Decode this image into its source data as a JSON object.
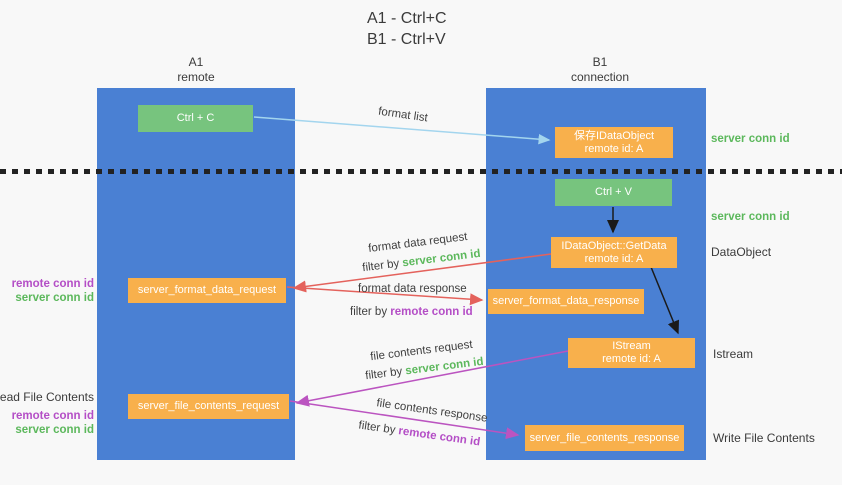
{
  "title": {
    "line1": "A1 - Ctrl+C",
    "line2": "B1 - Ctrl+V"
  },
  "lanes": {
    "left": {
      "name": "A1",
      "subtitle": "remote"
    },
    "right": {
      "name": "B1",
      "subtitle": "connection"
    }
  },
  "nodes": {
    "ctrl_c": {
      "label": "Ctrl + C"
    },
    "save_idataobject": {
      "line1": "保存IDataObject",
      "line2": "remote id: A"
    },
    "ctrl_v": {
      "label": "Ctrl + V"
    },
    "getdata": {
      "line1": "IDataObject::GetData",
      "line2": "remote id: A"
    },
    "format_request": {
      "label": "server_format_data_request"
    },
    "format_response": {
      "label": "server_format_data_response"
    },
    "istream": {
      "line1": "IStream",
      "line2": "remote id: A"
    },
    "file_request": {
      "label": "server_file_contents_request"
    },
    "file_response": {
      "label": "server_file_contents_response"
    }
  },
  "edge_labels": {
    "format_list": "format list",
    "format_data_request": "format data request",
    "filter_server_1_prefix": "filter by ",
    "filter_server_1_id": "server conn id",
    "format_data_response": "format data response",
    "filter_remote_1_prefix": "filter by ",
    "filter_remote_1_id": "remote conn id",
    "file_contents_request": "file contents request",
    "filter_server_2_prefix": "filter by ",
    "filter_server_2_id": "server conn id",
    "file_contents_response": "file contents response",
    "filter_remote_2_prefix": "filter by ",
    "filter_remote_2_id": "remote conn id"
  },
  "side_labels": {
    "right_server_conn_1": "server conn id",
    "right_server_conn_2": "server conn id",
    "dataobject": "DataObject",
    "istream": "Istream",
    "write_file_contents": "Write File Contents",
    "left_remote_conn_1": "remote conn id",
    "left_server_conn_1": "server conn id",
    "read_file_contents": "Read File Contents",
    "left_remote_conn_2": "remote conn id",
    "left_server_conn_2": "server conn id"
  },
  "colors": {
    "lane_blue": "#4a80d3",
    "box_green": "#77c47e",
    "box_orange": "#f8b04c",
    "text_green": "#5cb85c",
    "text_purple": "#b44ec6",
    "arrow_red": "#e4625c",
    "arrow_purple": "#bb54c0",
    "arrow_light_blue": "#a3d5ee",
    "arrow_black": "#1a1a1a",
    "background": "#f8f8f8"
  }
}
